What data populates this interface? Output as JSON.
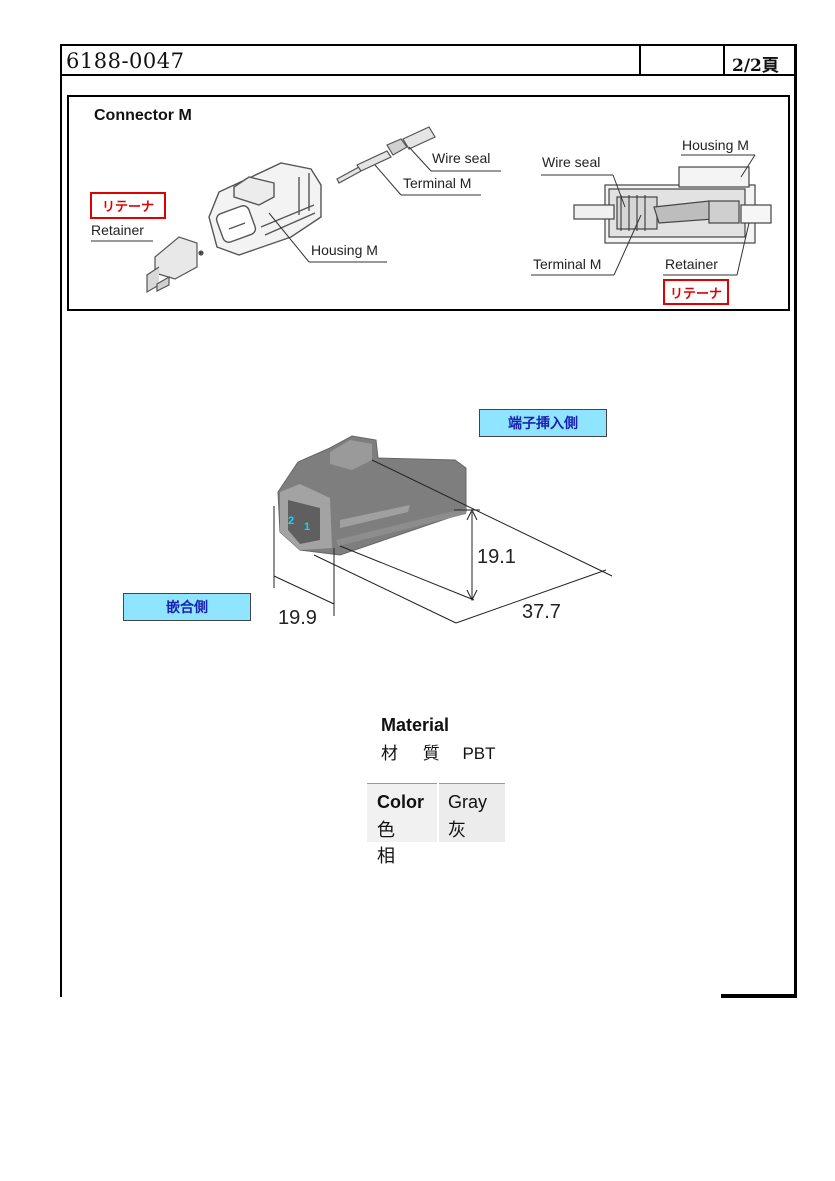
{
  "header": {
    "doc_number": "6188-0047",
    "page": "2/2頁"
  },
  "exploded": {
    "title": "Connector M",
    "left_labels": {
      "wire_seal": "Wire seal",
      "terminal": "Terminal M",
      "housing": "Housing M",
      "retainer": "Retainer",
      "retainer_jp": "リテーナ"
    },
    "right_labels": {
      "wire_seal": "Wire seal",
      "housing": "Housing M",
      "terminal": "Terminal M",
      "retainer": "Retainer",
      "retainer_jp": "リテーナ"
    }
  },
  "drawing": {
    "terminal_side": "端子挿入側",
    "mating_side": "嵌合側",
    "pin_2": "2",
    "pin_1": "1",
    "dims": {
      "height": "19.1",
      "width": "19.9",
      "length": "37.7"
    }
  },
  "material": {
    "heading": "Material",
    "label": "材 質",
    "value": "PBT"
  },
  "color": {
    "heading": "Color",
    "label": "色 相",
    "value_en": "Gray",
    "value_jp": "灰"
  }
}
